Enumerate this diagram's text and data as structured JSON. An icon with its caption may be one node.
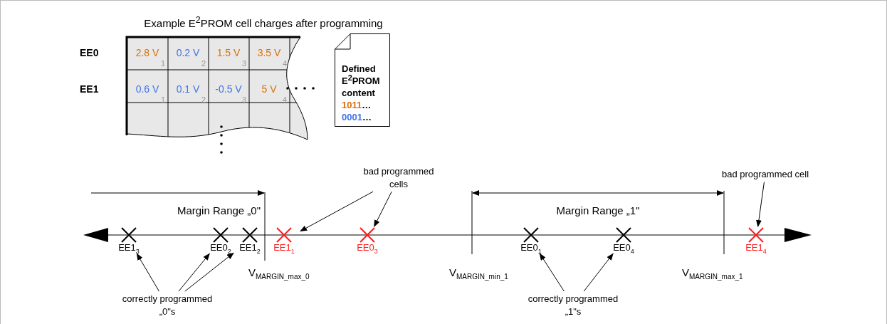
{
  "diagram": {
    "nodes": [
      {
        "text": [
          "Defined E$^{2}$PROM content",
          "1011…",
          "0001…"
        ]
      },
      {
        "text": [
          "bad programmed cells"
        ]
      },
      {
        "text": [
          "bad programmed cell"
        ]
      },
      {
        "text": [
          "EE1$_{3}$"
        ]
      },
      {
        "text": [
          "EE0$_{2}$"
        ]
      },
      {
        "text": [
          "EE1$_{2}$"
        ]
      },
      {
        "text": [
          "EE1$_{1}$"
        ]
      },
      {
        "text": [
          "EE0$_{3}$"
        ]
      },
      {
        "text": [
          "EE0$_{1}$"
        ]
      },
      {
        "text": [
          "EE0$_{4}$"
        ]
      },
      {
        "text": [
          "EE1$_{4}$"
        ]
      },
      {
        "text": [
          "correctly programmed „0\"s"
        ]
      },
      {
        "text": [
          "correctly programmed „1\"s"
        ]
      }
    ],
    "edges": [
      {
        "from": 11,
        "to": 3,
        "arrow": "to"
      },
      {
        "from": 11,
        "to": 4,
        "arrow": "to"
      },
      {
        "from": 11,
        "to": 5,
        "arrow": "to"
      },
      {
        "from": 1,
        "to": 6,
        "arrow": "to"
      },
      {
        "from": 1,
        "to": 7,
        "arrow": "to"
      },
      {
        "from": 2,
        "to": 10,
        "arrow": "to"
      },
      {
        "from": 12,
        "to": 8,
        "arrow": "to"
      },
      {
        "from": 12,
        "to": 9,
        "arrow": "to"
      }
    ],
    "labels": [
      "Example E$^{2}$PROM cell charges after programming",
      "EE0",
      "2.8 V",
      "1",
      "0.2 V",
      "2",
      "1.5 V",
      "3",
      "3.5 V",
      "4",
      "EE1",
      "0.6 V",
      "1",
      "0.1 V",
      "2",
      "-0.5 V",
      "3",
      "5 V",
      "4",
      "Margin Range „0\"",
      "Margin Range „1\"",
      "V$_{MARGIN_max_0}$",
      "V$_{MARGIN_min_1}$",
      "V$_{MARGIN_max_1}$"
    ]
  }
}
